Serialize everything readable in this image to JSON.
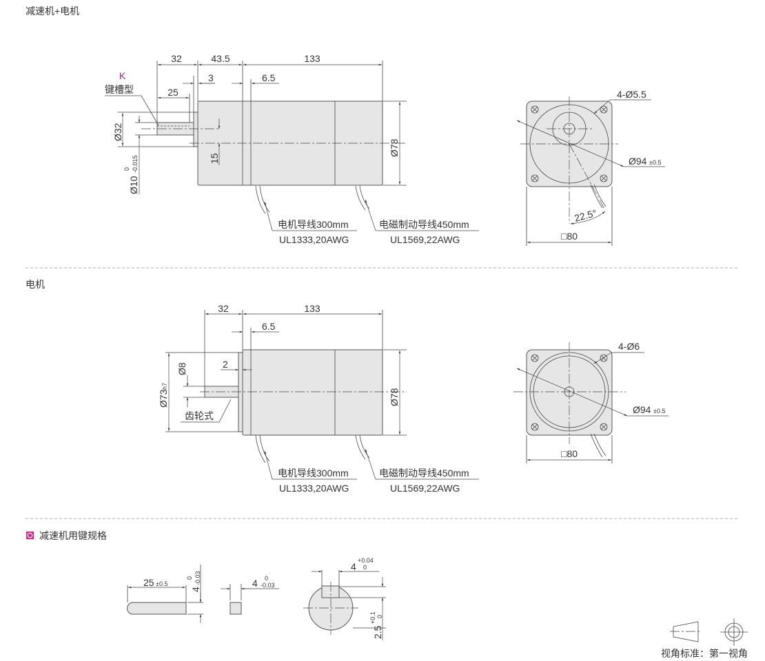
{
  "sections": {
    "gearbox_motor": "减速机+电机",
    "motor": "电机",
    "key_spec": "减速机用键规格"
  },
  "colors": {
    "accent": "#d6247f",
    "key_label": "#8b2a8b"
  },
  "gearbox_side": {
    "dim_shaft": "32",
    "dim_gearbox": "43.5",
    "dim_motor": "133",
    "dim_flange": "3",
    "dim_step": "6.5",
    "dim_key": "25",
    "key_letter": "K",
    "key_type": "键槽型",
    "dia_boss": "Ø32",
    "dia_shaft": "Ø10",
    "dia_shaft_tol_up": "0",
    "dia_shaft_tol_low": "-0.015",
    "offset": "15",
    "dia_body": "Ø78",
    "lead1_title": "电机导线300mm",
    "lead1_spec": "UL1333,20AWG",
    "lead2_title": "电磁制动导线450mm",
    "lead2_spec": "UL1569,22AWG"
  },
  "gearbox_front": {
    "holes": "4-Ø5.5",
    "pcd": "Ø94",
    "pcd_tol": "±0.5",
    "angle": "22.5°",
    "square": "□80"
  },
  "motor_side": {
    "dim_shaft": "32",
    "dim_motor": "133",
    "dim_step": "6.5",
    "dim_flange": "2",
    "dia_shaft": "Ø8",
    "dia_pilot": "Ø73",
    "dia_pilot_tol": "h7",
    "gear_type": "齿轮式",
    "dia_body": "Ø78",
    "lead1_title": "电机导线300mm",
    "lead1_spec": "UL1333,20AWG",
    "lead2_title": "电磁制动导线450mm",
    "lead2_spec": "UL1569,22AWG"
  },
  "motor_front": {
    "holes": "4-Ø6",
    "pcd": "Ø94",
    "pcd_tol": "±0.5",
    "square": "□80"
  },
  "key": {
    "length": "25",
    "length_tol": "±0.5",
    "height": "4",
    "height_tol_up": "0",
    "height_tol_low": "-0.03",
    "width": "4",
    "width_tol_up": "0",
    "width_tol_low": "-0.03",
    "slot_width": "4",
    "slot_tol_up": "+0.04",
    "slot_tol_low": "0",
    "slot_depth": "2.5",
    "depth_tol_up": "+0.1",
    "depth_tol_low": "0"
  },
  "projection": {
    "label": "视角标准：第一视角"
  }
}
